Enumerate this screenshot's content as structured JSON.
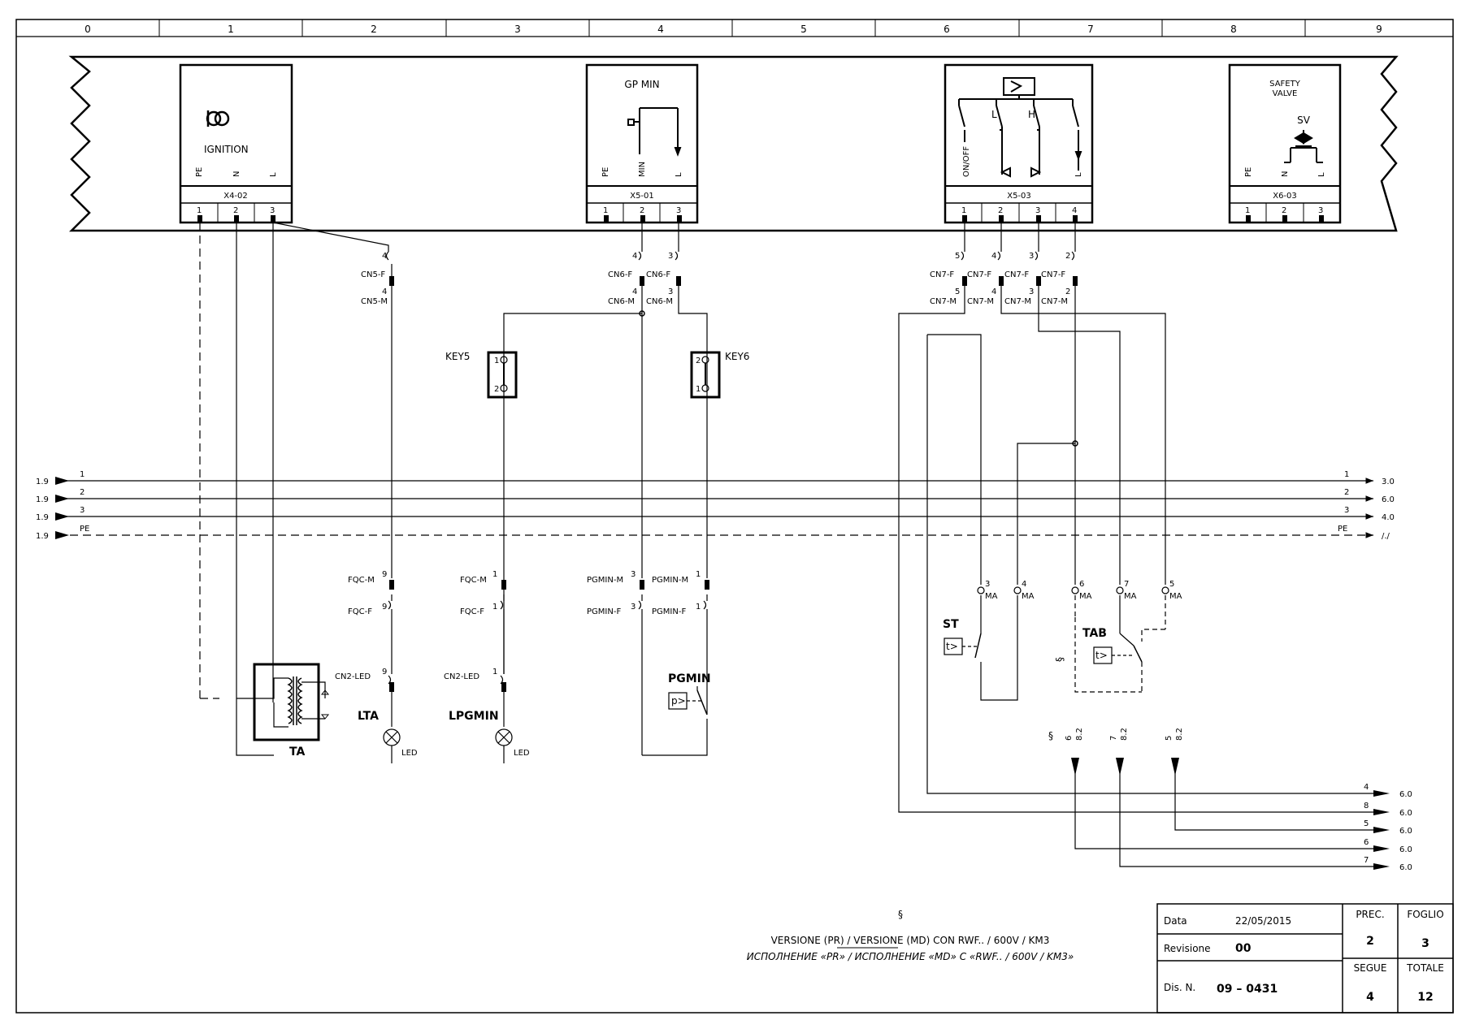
{
  "grid_columns": [
    "0",
    "1",
    "2",
    "3",
    "4",
    "5",
    "6",
    "7",
    "8",
    "9"
  ],
  "devices": {
    "ignition": {
      "label": "IGNITION",
      "terminal_names": [
        "PE",
        "N",
        "L"
      ],
      "connector": "X4-02",
      "pins": [
        "1",
        "2",
        "3"
      ]
    },
    "gp_min": {
      "label": "GP MIN",
      "terminal_names": [
        "PE",
        "MIN",
        "L"
      ],
      "connector": "X5-01",
      "pins": [
        "1",
        "2",
        "3"
      ]
    },
    "controller": {
      "lh": [
        "L",
        "H"
      ],
      "terminal_names": [
        "ON/OFF",
        "L"
      ],
      "connector": "X5-03",
      "pins": [
        "1",
        "2",
        "3",
        "4"
      ]
    },
    "safety_valve": {
      "label_line1": "SAFETY",
      "label_line2": "VALVE",
      "symbol": "SV",
      "terminal_names": [
        "PE",
        "N",
        "L"
      ],
      "connector": "X6-03",
      "pins": [
        "1",
        "2",
        "3"
      ]
    }
  },
  "connectors": {
    "cn5f": "CN5-F",
    "cn5m": "CN5-M",
    "cn6f": "CN6-F",
    "cn6m": "CN6-M",
    "cn7f": "CN7-F",
    "cn7m": "CN7-M",
    "fqcm": "FQC-M",
    "fqcf": "FQC-F",
    "cn2led": "CN2-LED",
    "pgminm": "PGMIN-M",
    "pgminf": "PGMIN-F",
    "pin_numbers": {
      "n1": "1",
      "n2": "2",
      "n3": "3",
      "n4": "4",
      "n5": "5",
      "n9": "9"
    }
  },
  "components": {
    "key5": "KEY5",
    "key6": "KEY6",
    "key_pins": {
      "p1": "1",
      "p2": "2"
    },
    "ta": "TA",
    "lta": "LTA",
    "lpgmin": "LPGMIN",
    "led": "LED",
    "pgmin": "PGMIN",
    "p_relay": "p>",
    "st": "ST",
    "tab": "TAB",
    "t_relay": "t>",
    "ma": "MA",
    "ma_pins": [
      "3",
      "4",
      "6",
      "7",
      "5"
    ],
    "section": "§",
    "ref_82": "8.2",
    "down_refs": [
      "6",
      "7",
      "5"
    ]
  },
  "buses": {
    "left_refs": [
      "1.9",
      "1.9",
      "1.9",
      "1.9"
    ],
    "names": [
      "1",
      "2",
      "3",
      "PE"
    ],
    "right_refs": [
      "3.0",
      "6.0",
      "4.0",
      "/./"
    ]
  },
  "outputs": {
    "numbers": [
      "4",
      "8",
      "5",
      "6",
      "7"
    ],
    "refs": [
      "6.0",
      "6.0",
      "6.0",
      "6.0",
      "6.0"
    ]
  },
  "notes": {
    "section_mark": "§",
    "line_it": "VERSIONE (PR) / VERSIONE (MD) CON RWF.. / 600V / KM3",
    "line_ru": "ИСПОЛНЕНИЕ «PR» / ИСПОЛНЕНИЕ «MD» С «RWF.. / 600V / KM3»"
  },
  "title_block": {
    "data_label": "Data",
    "date": "22/05/2015",
    "revision_label": "Revisione",
    "revision": "00",
    "dis_label": "Dis. N.",
    "drawing_number": "09 – 0431",
    "prec_label": "PREC.",
    "prec": "2",
    "segue_label": "SEGUE",
    "segue": "4",
    "foglio_label": "FOGLIO",
    "foglio": "3",
    "totale_label": "TOTALE",
    "totale": "12"
  },
  "colors": {
    "ink": "#000000",
    "background": "#ffffff"
  }
}
